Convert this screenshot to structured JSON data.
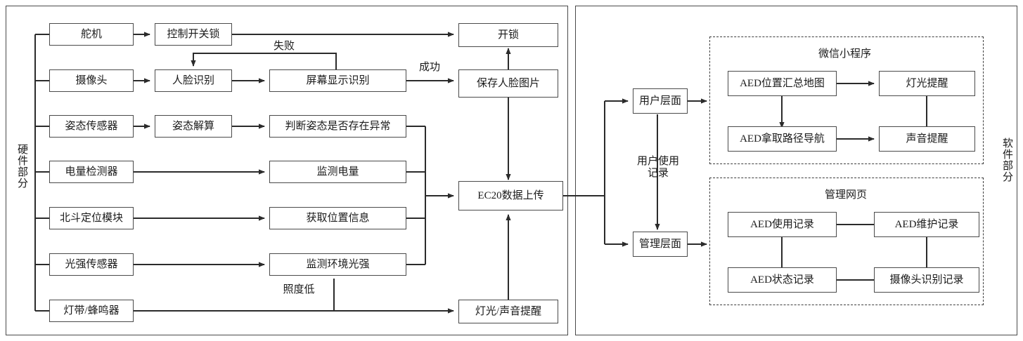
{
  "diagram": {
    "title": "AED system hardware / software architecture flowchart",
    "side_labels": {
      "hardware": "硬件部分",
      "software": "软件部分"
    },
    "hardware_panel": {
      "sensors": [
        {
          "id": "servo",
          "label": "舵机"
        },
        {
          "id": "camera",
          "label": "摄像头"
        },
        {
          "id": "imu",
          "label": "姿态传感器"
        },
        {
          "id": "battery",
          "label": "电量检测器"
        },
        {
          "id": "beidou",
          "label": "北斗定位模块"
        },
        {
          "id": "light-sensor",
          "label": "光强传感器"
        },
        {
          "id": "led-buzzer",
          "label": "灯带/蜂鸣器"
        }
      ],
      "stage2": [
        {
          "id": "switch-lock",
          "label": "控制开关锁"
        },
        {
          "id": "face-recog",
          "label": "人脸识别"
        },
        {
          "id": "pose-solve",
          "label": "姿态解算"
        }
      ],
      "stage3": [
        {
          "id": "screen-show",
          "label": "屏幕显示识别"
        },
        {
          "id": "pose-abnormal",
          "label": "判断姿态是否存在异常"
        },
        {
          "id": "monitor-power",
          "label": "监测电量"
        },
        {
          "id": "get-location",
          "label": "获取位置信息"
        },
        {
          "id": "monitor-light",
          "label": "监测环境光强"
        }
      ],
      "outputs": [
        {
          "id": "unlock",
          "label": "开锁"
        },
        {
          "id": "save-face",
          "label": "保存人脸图片"
        },
        {
          "id": "ec20-upload",
          "label": "EC20数据上传"
        },
        {
          "id": "light-sound",
          "label": "灯光/声音提醒"
        }
      ],
      "edge_labels": [
        {
          "id": "fail",
          "text": "失败"
        },
        {
          "id": "success",
          "text": "成功"
        },
        {
          "id": "low-lux",
          "text": "照度低"
        }
      ]
    },
    "software_panel": {
      "layers": [
        {
          "id": "user-layer",
          "label": "用户层面"
        },
        {
          "id": "admin-layer",
          "label": "管理层面"
        }
      ],
      "edge_labels": [
        {
          "id": "usage-record",
          "text": "用户使用\n记录",
          "line1": "用户使用",
          "line2": "记录"
        }
      ],
      "groups": [
        {
          "id": "wechat-miniprogram",
          "title": "微信小程序",
          "nodes": [
            {
              "id": "aed-map",
              "label": "AED位置汇总地图"
            },
            {
              "id": "light-alert",
              "label": "灯光提醒"
            },
            {
              "id": "aed-nav",
              "label": "AED拿取路径导航"
            },
            {
              "id": "sound-alert",
              "label": "声音提醒"
            }
          ]
        },
        {
          "id": "management-webpage",
          "title": "管理网页",
          "nodes": [
            {
              "id": "aed-use-log",
              "label": "AED使用记录"
            },
            {
              "id": "aed-maint-log",
              "label": "AED维护记录"
            },
            {
              "id": "aed-state-log",
              "label": "AED状态记录"
            },
            {
              "id": "camera-recog-log",
              "label": "摄像头识别记录"
            }
          ]
        }
      ]
    },
    "colors": {
      "stroke": "#4a4a4a",
      "line": "#2b2b2b",
      "text": "#1a1a1a",
      "background": "#ffffff"
    }
  }
}
